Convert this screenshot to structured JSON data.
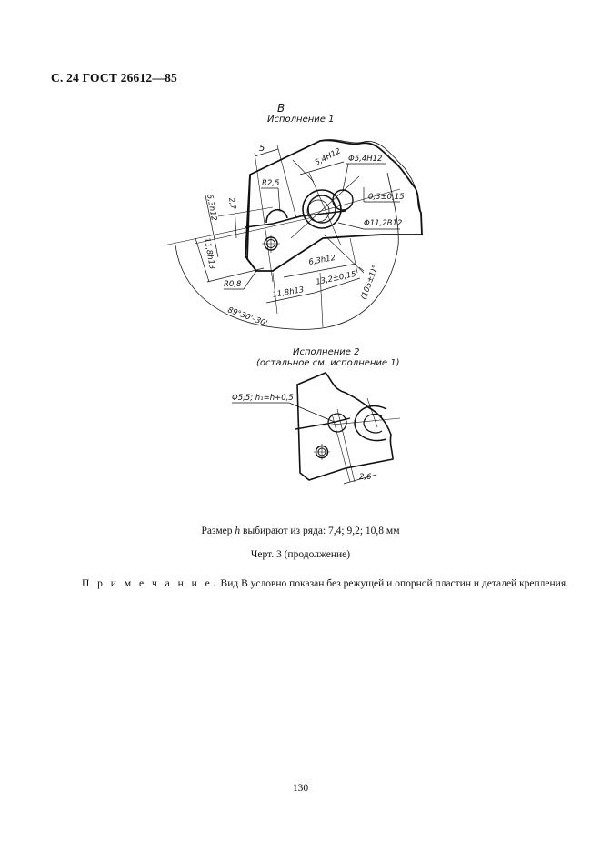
{
  "header": {
    "title": "С. 24 ГОСТ 26612—85"
  },
  "drawing": {
    "view_label": "В",
    "variant1_label": "Исполнение 1",
    "variant2_label": "Исполнение 2",
    "variant2_sublabel": "(остальное см. исполнение 1)",
    "dimensions_v1": {
      "d_5": "5",
      "d_5_4h12": "5,4H12",
      "d_phi_5_4h12": "Φ5,4H12",
      "d_0_3": "0,3±0,15",
      "d_phi_11_2b12": "Φ11,2B12",
      "d_r2_5": "R2,5",
      "d_2_7": "2,7",
      "d_6_3h12_left": "6,3h12",
      "d_11_8h13_left": "11,8h13",
      "d_r0_8": "R0,8",
      "d_6_3h12_bottom": "6,3h12",
      "d_11_8h13_bottom": "11,8h13",
      "d_13_2": "13,2±0,15",
      "d_angle_105": "(105±1)°",
      "d_angle_89": "89°30'–30'"
    },
    "dimensions_v2": {
      "d_phi_5_5": "Φ5,5; h₁=h+0,5",
      "d_2_6": "2,6"
    }
  },
  "captions": {
    "size_prefix": "Размер ",
    "size_var": "h",
    "size_suffix": "  выбирают из ряда: 7,4; 9,2; 10,8 мм",
    "figure": "Черт. 3 (продолжение)"
  },
  "note": {
    "label": "П р и м е ч а н и е.",
    "text": " Вид В условно показан без режущей и опорной пластин и деталей крепления."
  },
  "page_number": "130"
}
